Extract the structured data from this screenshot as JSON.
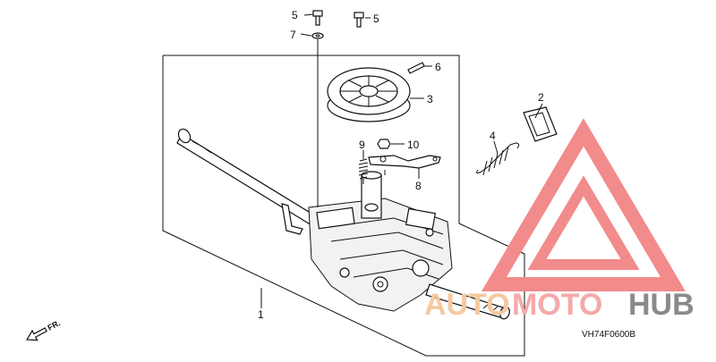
{
  "callouts": [
    "1",
    "2",
    "3",
    "4",
    "5",
    "5",
    "6",
    "7",
    "8",
    "9",
    "10"
  ],
  "drawing_code": "VH74F0600B",
  "direction_label": "FR.",
  "watermark": {
    "part1": "AUTO",
    "part2": "MOTO",
    "part3": "HUB",
    "colors": {
      "part1": "#f5c9a0",
      "part2": "#f4a9a9",
      "part3": "#8a8a8a",
      "triangle": "#f28b8b"
    }
  }
}
